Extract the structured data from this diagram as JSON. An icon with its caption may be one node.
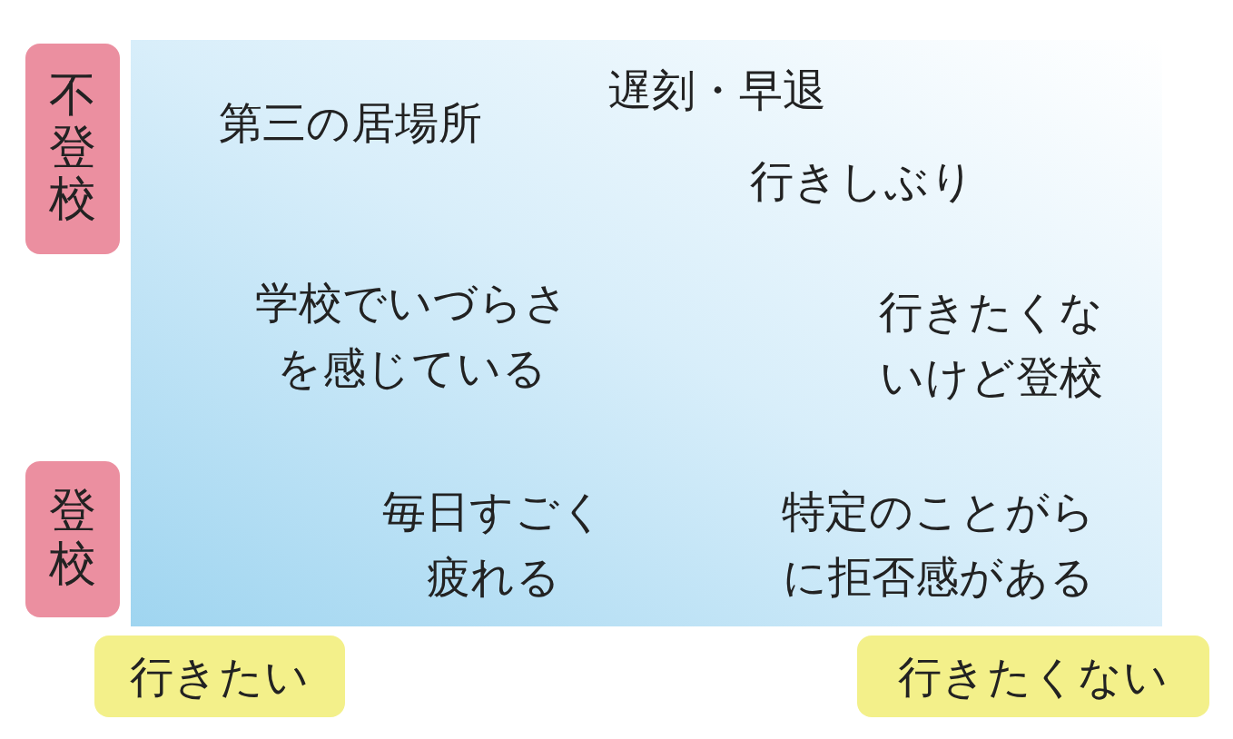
{
  "diagram": {
    "nodes": [
      {
        "text": [
          "不登校"
        ]
      },
      {
        "text": [
          "登校"
        ]
      },
      {
        "text": [
          "行きたい"
        ]
      },
      {
        "text": [
          "行きたくない"
        ]
      }
    ],
    "edges": [],
    "labels": [
      "遅刻・早退",
      "第三の居場所",
      "行きしぶり",
      "学校でいづらさを感じている",
      "行きたくないけど登校",
      "毎日すごく疲れる",
      "特定のことがらに拒否感がある"
    ]
  }
}
